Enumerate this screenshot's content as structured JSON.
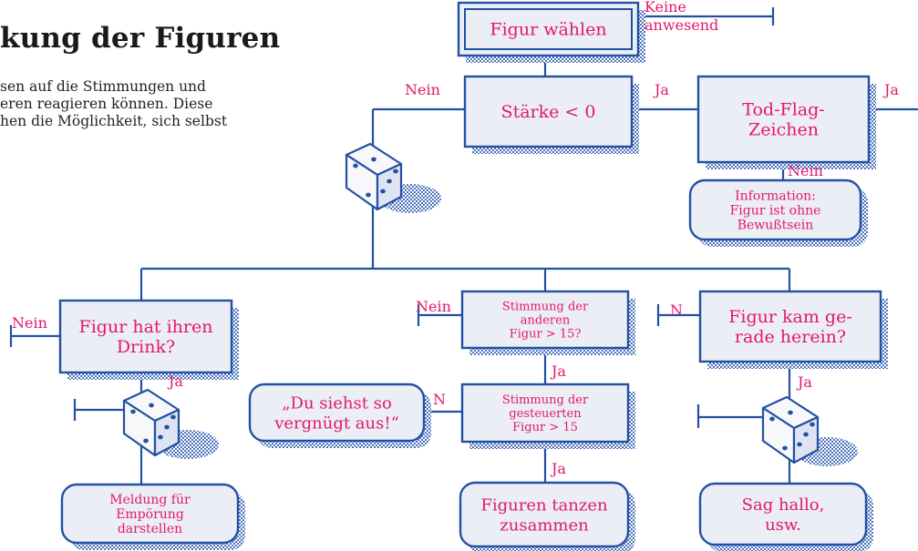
{
  "page": {
    "title": "kung der Figuren",
    "intro_lines": [
      "sen auf die Stimmungen und",
      "eren reagieren können. Diese",
      "hen die Möglichkeit, sich selbst"
    ]
  },
  "colors": {
    "line": "#2251a3",
    "box_fill": "#eceef6",
    "shadow": "#2b57b0",
    "label": "#e2186c",
    "box_text": "#e2186c"
  },
  "icons": [
    "dice-icon"
  ],
  "nodes": [
    {
      "id": "figur-waehlen",
      "shape": "rect",
      "double": true,
      "text": [
        "Figur wählen"
      ]
    },
    {
      "id": "staerke",
      "shape": "rect",
      "text": [
        "Stärke < 0"
      ]
    },
    {
      "id": "tod-flag",
      "shape": "rect",
      "text": [
        "Tod-Flag-",
        "Zeichen"
      ]
    },
    {
      "id": "info-ohnmacht",
      "shape": "rounded",
      "text": [
        "Information:",
        "Figur ist ohne",
        "Bewußtsein"
      ]
    },
    {
      "id": "drink",
      "shape": "rect",
      "text": [
        "Figur hat ihren",
        "Drink?"
      ]
    },
    {
      "id": "stimmung-andere",
      "shape": "rect",
      "text": [
        "Stimmung der",
        "anderen",
        "Figur > 15?"
      ]
    },
    {
      "id": "stimmung-gesteuert",
      "shape": "rect",
      "text": [
        "Stimmung der",
        "gesteuerten",
        "Figur > 15"
      ]
    },
    {
      "id": "vergnuegt",
      "shape": "rounded",
      "text": [
        "„Du siehst so",
        "vergnügt aus!“"
      ]
    },
    {
      "id": "herein",
      "shape": "rect",
      "text": [
        "Figur kam ge-",
        "rade herein?"
      ]
    },
    {
      "id": "empoerung",
      "shape": "rounded",
      "text": [
        "Meldung für",
        "Empörung",
        "darstellen"
      ]
    },
    {
      "id": "tanzen",
      "shape": "rounded",
      "text": [
        "Figuren tanzen",
        "zusammen"
      ]
    },
    {
      "id": "hallo",
      "shape": "rounded",
      "text": [
        "Sag hallo,",
        "usw."
      ]
    }
  ],
  "labels": [
    {
      "id": "keine-anwesend",
      "text": [
        "Keine",
        "anwesend"
      ]
    },
    {
      "id": "nein-staerke",
      "text": [
        "Nein"
      ]
    },
    {
      "id": "ja-staerke",
      "text": [
        "Ja"
      ]
    },
    {
      "id": "ja-tod",
      "text": [
        "Ja"
      ]
    },
    {
      "id": "nein-tod",
      "text": [
        "Nein"
      ]
    },
    {
      "id": "nein-drink",
      "text": [
        "Nein"
      ]
    },
    {
      "id": "ja-drink",
      "text": [
        "Ja"
      ]
    },
    {
      "id": "nein-andere",
      "text": [
        "Nein"
      ]
    },
    {
      "id": "ja-andere",
      "text": [
        "Ja"
      ]
    },
    {
      "id": "n-gesteuert",
      "text": [
        "N"
      ]
    },
    {
      "id": "ja-gesteuert",
      "text": [
        "Ja"
      ]
    },
    {
      "id": "n-herein",
      "text": [
        "N"
      ]
    },
    {
      "id": "ja-herein",
      "text": [
        "Ja"
      ]
    }
  ]
}
